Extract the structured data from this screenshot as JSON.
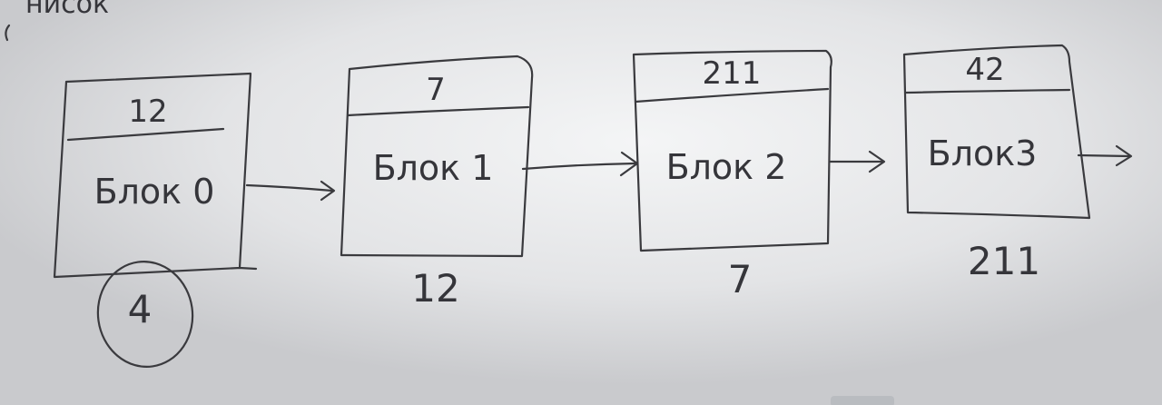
{
  "heading_fragment": "нисок",
  "blocks": [
    {
      "label": "Блок 0",
      "header_value": "12",
      "below_value": "4",
      "below_circled": true
    },
    {
      "label": "Блок 1",
      "header_value": "7",
      "below_value": "12",
      "below_circled": false
    },
    {
      "label": "Блок 2",
      "header_value": "211",
      "below_value": "7",
      "below_circled": false
    },
    {
      "label": "Блок3",
      "header_value": "42",
      "below_value": "211",
      "below_circled": false
    }
  ],
  "colors": {
    "board": "#d9dadc",
    "ink": "#3a3a3e"
  }
}
